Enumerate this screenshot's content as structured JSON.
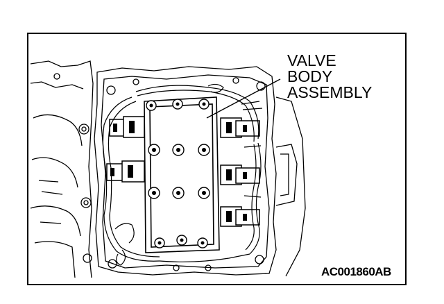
{
  "callout": {
    "lines": [
      "VALVE",
      "BODY",
      "ASSEMBLY"
    ]
  },
  "figure_id": "AC001860AB",
  "colors": {
    "line": "#000000",
    "background": "#ffffff"
  }
}
